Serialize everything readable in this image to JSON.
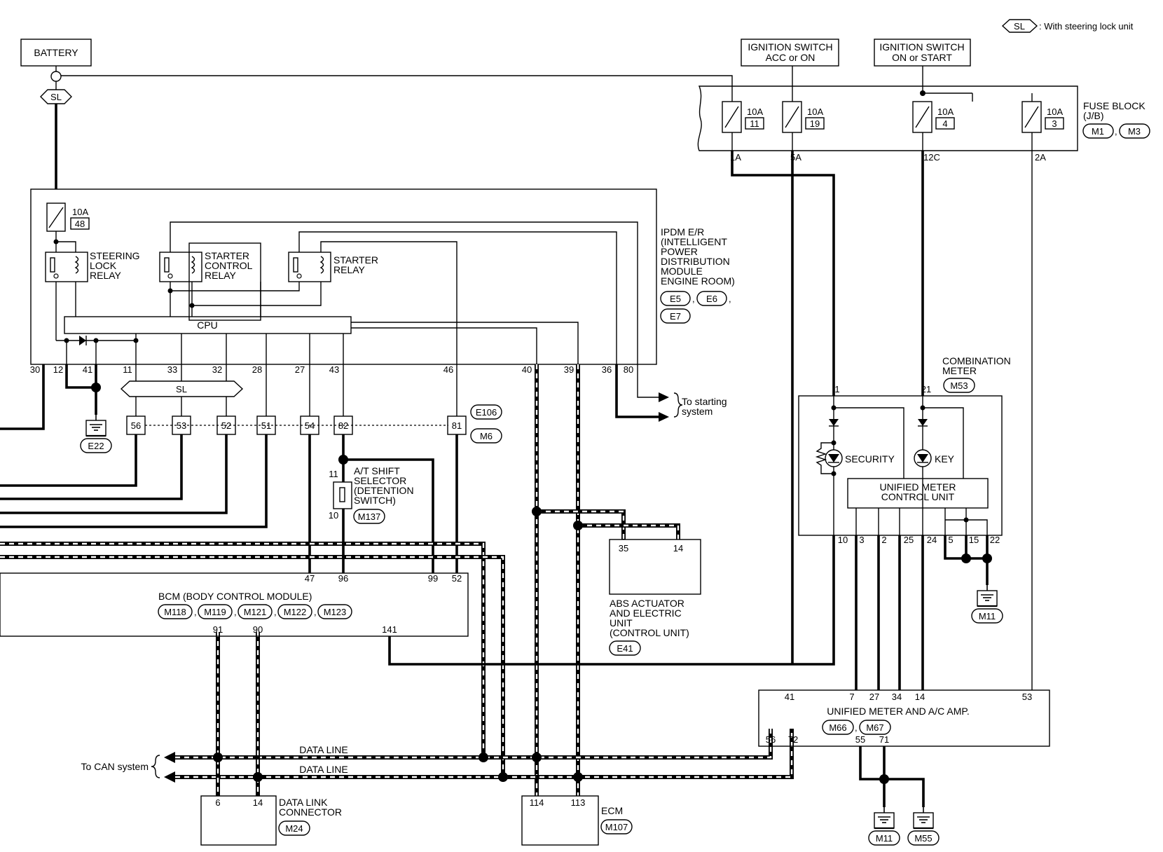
{
  "notes": {
    "sl_legend": "SL",
    "sl_legend_text": ": With steering lock unit"
  },
  "battery": {
    "label": "BATTERY"
  },
  "ignition_acc": {
    "line1": "IGNITION SWITCH",
    "line2": "ACC or ON"
  },
  "ignition_on": {
    "line1": "IGNITION SWITCH",
    "line2": "ON or START"
  },
  "fuse_block": {
    "label_line1": "FUSE BLOCK",
    "label_line2": "(J/B)",
    "connectors": [
      "M1",
      "M3"
    ],
    "fuses": [
      {
        "amp": "10A",
        "no": "11",
        "pin": "1A"
      },
      {
        "amp": "10A",
        "no": "19",
        "pin": "5A"
      },
      {
        "amp": "10A",
        "no": "4",
        "pin": "12C"
      },
      {
        "amp": "10A",
        "no": "3",
        "pin": "2A"
      }
    ]
  },
  "ipdm": {
    "label_lines": [
      "IPDM E/R",
      "(INTELLIGENT",
      "POWER",
      "DISTRIBUTION",
      "MODULE",
      "ENGINE ROOM)"
    ],
    "connectors": [
      "E5",
      "E6",
      "E7"
    ],
    "fuse": {
      "amp": "10A",
      "no": "48"
    },
    "steering_lock_relay": [
      "STEERING",
      "LOCK",
      "RELAY"
    ],
    "starter_control_relay": [
      "STARTER",
      "CONTROL",
      "RELAY"
    ],
    "starter_relay": [
      "STARTER",
      "RELAY"
    ],
    "cpu": "CPU",
    "pins": [
      "30",
      "12",
      "41",
      "11",
      "33",
      "32",
      "28",
      "27",
      "43",
      "46",
      "40",
      "39",
      "36",
      "80"
    ],
    "ground": "E22",
    "sl_bar": "SL"
  },
  "to_starting": {
    "line1": "To starting",
    "line2": "system"
  },
  "joint_connector": {
    "pins": [
      "56",
      "53",
      "52",
      "51",
      "54",
      "82",
      "81"
    ],
    "connectors": [
      "E106",
      "M6"
    ]
  },
  "selector": {
    "lines": [
      "A/T SHIFT",
      "SELECTOR",
      "(DETENTION",
      "SWITCH)"
    ],
    "pin_top": "11",
    "pin_bottom": "10",
    "connector": "M137"
  },
  "combination_meter": {
    "label_line1": "COMBINATION",
    "label_line2": "METER",
    "connector": "M53",
    "pin_in1": "1",
    "pin_in2": "21",
    "security": "SECURITY",
    "key": "KEY",
    "unified_line1": "UNIFIED METER",
    "unified_line2": "CONTROL UNIT",
    "pins": [
      "10",
      "3",
      "2",
      "25",
      "24",
      "5",
      "15",
      "22"
    ],
    "ground": "M11"
  },
  "bcm": {
    "label": "BCM (BODY CONTROL MODULE)",
    "connectors": [
      "M118",
      "M119",
      "M121",
      "M122",
      "M123"
    ],
    "pins_top": [
      "47",
      "96",
      "99",
      "52"
    ],
    "pins_bottom": [
      "91",
      "90",
      "141"
    ]
  },
  "abs": {
    "lines": [
      "ABS ACTUATOR",
      "AND ELECTRIC",
      "UNIT",
      "(CONTROL UNIT)"
    ],
    "connector": "E41",
    "pins": [
      "35",
      "14"
    ]
  },
  "amp": {
    "label": "UNIFIED METER AND A/C AMP.",
    "connectors": [
      "M66",
      "M67"
    ],
    "pins_top": [
      "41",
      "7",
      "27",
      "34",
      "14",
      "53"
    ],
    "pins_bottom": [
      "56",
      "72",
      "55",
      "71"
    ],
    "grounds": [
      "M11",
      "M55"
    ]
  },
  "data_line_label": "DATA LINE",
  "to_can": "To CAN system",
  "dlc": {
    "lines": [
      "DATA LINK",
      "CONNECTOR"
    ],
    "connector": "M24",
    "pins": [
      "6",
      "14"
    ]
  },
  "ecm": {
    "label": "ECM",
    "connector": "M107",
    "pins": [
      "114",
      "113"
    ]
  }
}
